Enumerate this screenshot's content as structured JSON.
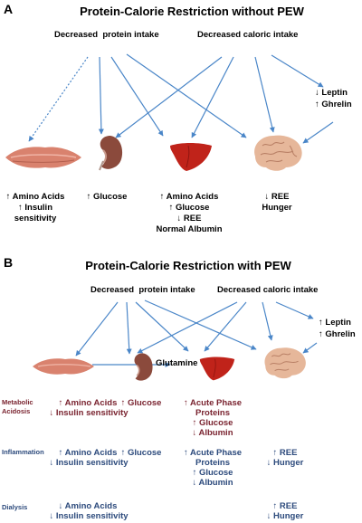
{
  "panel_a": {
    "letter": "A",
    "title": "Protein-Calorie Restriction without PEW",
    "protein_label": "Decreased  protein intake",
    "caloric_label": "Decreased caloric intake",
    "hormones": [
      "↓ Leptin",
      "↑ Ghrelin"
    ],
    "outcomes": {
      "muscle": [
        "↑ Amino Acids",
        "↑ Insulin",
        "sensitivity"
      ],
      "kidney": [
        "↑ Glucose"
      ],
      "liver": [
        "↑ Amino Acids",
        "↑ Glucose",
        "↓ REE",
        "Normal Albumin"
      ],
      "brain": [
        "↓ REE",
        "Hunger"
      ]
    }
  },
  "panel_b": {
    "letter": "B",
    "title": "Protein-Calorie Restriction with PEW",
    "protein_label": "Decreased  protein intake",
    "caloric_label": "Decreased caloric intake",
    "hormones": [
      "↑ Leptin",
      "↑ Ghrelin"
    ],
    "glutamine_label": "Glutamine",
    "rows": [
      {
        "label": [
          "Metabolic",
          "Acidosis"
        ],
        "muscle": [
          "↑ Amino Acids",
          "↓ Insulin sensitivity"
        ],
        "kidney": [
          "↑ Glucose"
        ],
        "liver": [
          "↑ Acute Phase",
          "Proteins",
          "↑ Glucose",
          "↓ Albumin"
        ],
        "brain": []
      },
      {
        "label": [
          "Inflammation"
        ],
        "muscle": [
          "↑ Amino Acids",
          "↓ Insulin sensitivity"
        ],
        "kidney": [
          "↑ Glucose"
        ],
        "liver": [
          "↑ Acute Phase",
          "Proteins",
          "↑ Glucose",
          "↓ Albumin"
        ],
        "brain": [
          "↑ REE",
          "↓ Hunger"
        ]
      },
      {
        "label": [
          "Dialysis"
        ],
        "muscle": [
          "↓ Amino Acids",
          "↓ Insulin sensitivity"
        ],
        "kidney": [],
        "liver": [],
        "brain": [
          "↑ REE",
          "↓ Hunger"
        ]
      }
    ]
  },
  "colors": {
    "arrow": "#4a86c8",
    "maroon_text": "#7a2430",
    "blue_text": "#2c4a7c",
    "muscle": "#d9826e",
    "kidney": "#8b4a3c",
    "liver": "#c0231a",
    "brain": "#e6b79a"
  },
  "icons": [
    "muscle-icon",
    "kidney-icon",
    "liver-icon",
    "brain-icon"
  ]
}
